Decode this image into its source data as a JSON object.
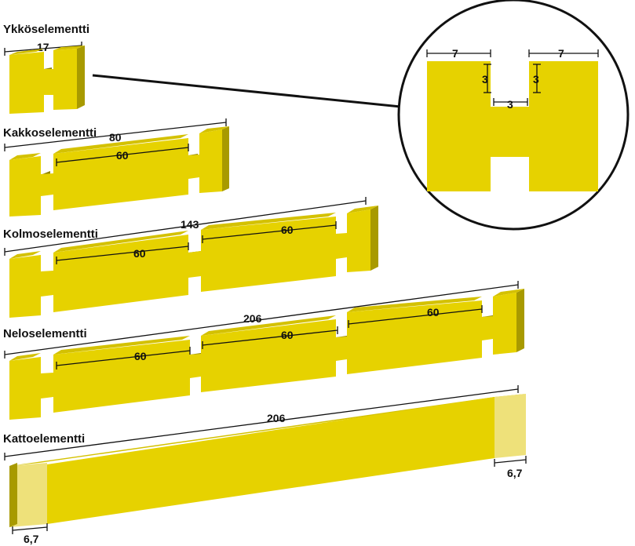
{
  "colors": {
    "front": "#e6d200",
    "top": "#d4c100",
    "side": "#a89a00",
    "dark": "#8f8300",
    "end_face": "#eee17a",
    "ink": "#111111"
  },
  "elements": [
    {
      "id": "ykkos",
      "name": "Ykköselementti",
      "overall": "17",
      "segments": []
    },
    {
      "id": "kakkos",
      "name": "Kakkoselementti",
      "overall": "80",
      "segments": [
        "60"
      ]
    },
    {
      "id": "kolmos",
      "name": "Kolmoselementti",
      "overall": "143",
      "segments": [
        "60",
        "60"
      ]
    },
    {
      "id": "nelos",
      "name": "Neloselementti",
      "overall": "206",
      "segments": [
        "60",
        "60",
        "60"
      ]
    },
    {
      "id": "katto",
      "name": "Kattoelementti",
      "overall": "206",
      "thickness_left": "6,7",
      "thickness_right": "6,7"
    }
  ],
  "detail": {
    "left_width": "7",
    "right_width": "7",
    "notch_depth_left": "3",
    "notch_depth_right": "3",
    "notch_width": "3"
  }
}
